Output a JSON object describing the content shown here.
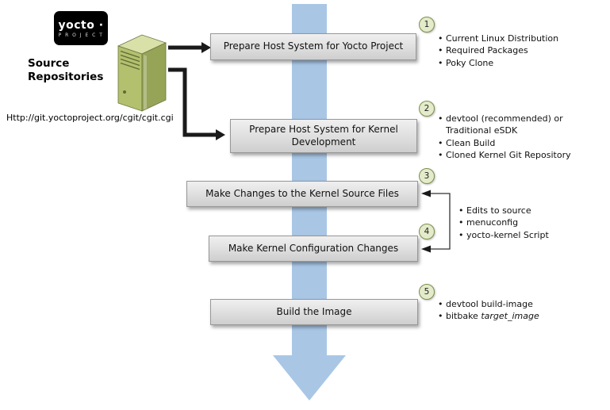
{
  "colors": {
    "flow_arrow_blue": "#a9c6e5",
    "box_gray_top": "#f0f0f0",
    "box_gray_bottom": "#cecece",
    "step_circle_fill": "#e3ebca",
    "step_circle_border": "#7d8f4e",
    "server_green_front": "#b3c06e",
    "server_green_top": "#d9e0a8",
    "server_green_side": "#96a457",
    "connector_black": "#1a1a1a"
  },
  "logo": {
    "name": "yocto ·",
    "tagline": "P R O J E C T"
  },
  "source": {
    "label": "Source Repositories",
    "url": "Http://git.yoctoproject.org/cgit/cgit.cgi"
  },
  "steps": [
    {
      "num": "1",
      "label": "Prepare Host System for Yocto Project",
      "bullets": [
        "Current Linux Distribution",
        "Required Packages",
        "Poky Clone"
      ]
    },
    {
      "num": "2",
      "label": "Prepare Host System for Kernel Development",
      "bullets": [
        "devtool (recommended) or Traditional eSDK",
        "Clean Build",
        "Cloned Kernel Git Repository"
      ]
    },
    {
      "num": "3",
      "label": "Make Changes to the Kernel Source Files"
    },
    {
      "num": "4",
      "label": "Make Kernel Configuration Changes"
    },
    {
      "num": "5",
      "label": "Build the Image",
      "bullets": [
        {
          "text": "devtool build-image",
          "italic": ""
        },
        {
          "text": "bitbake ",
          "italic": "target_image"
        }
      ]
    }
  ],
  "shared_bullets_steps_3_4": [
    "Edits to source",
    "menuconfig",
    "yocto-kernel Script"
  ]
}
